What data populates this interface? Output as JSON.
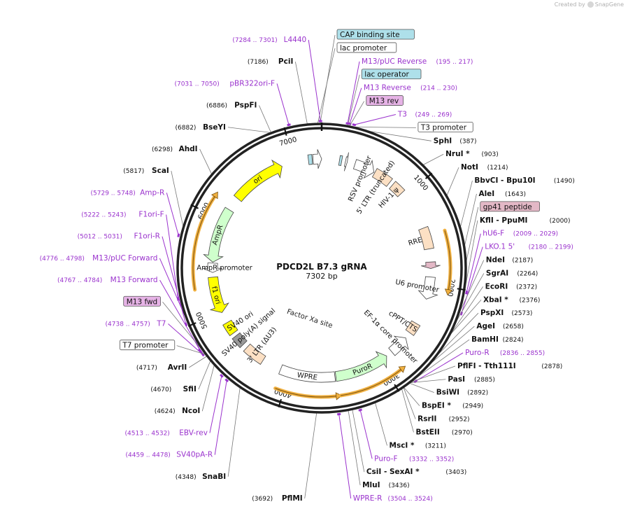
{
  "branding": {
    "created_by": "Created by",
    "brand": "SnapGene"
  },
  "plasmid": {
    "name": "PDCD2L B7.3 gRNA",
    "size_label": "7302 bp",
    "length": 7302
  },
  "colors": {
    "backbone": "#222222",
    "site": "#222222",
    "primer": "#9a32cd",
    "box_blue": "#aee0ea",
    "box_purple": "#e6b3e6",
    "box_pink": "#e3b8c6",
    "feature_peach": "#fce0c4",
    "ori": "#ffff00",
    "ampr": "#cfffcc",
    "puror": "#cfffcc",
    "white": "#ffffff",
    "arc_orange": "#f0b040",
    "tick_line": "#909090"
  },
  "ticks": [
    {
      "bp": 1000,
      "label": "1000"
    },
    {
      "bp": 2000,
      "label": "2000"
    },
    {
      "bp": 3000,
      "label": "3000"
    },
    {
      "bp": 4000,
      "label": "4000"
    },
    {
      "bp": 5000,
      "label": "5000"
    },
    {
      "bp": 6000,
      "label": "6000"
    },
    {
      "bp": 7000,
      "label": "7000"
    }
  ],
  "right_labels": [
    {
      "name": "CAP binding site",
      "pos": "",
      "kind": "box_blue",
      "bp": 7290,
      "ring": 1
    },
    {
      "name": "lac promoter",
      "pos": "",
      "kind": "box_white",
      "bp": 7270,
      "ring": 1
    },
    {
      "name": "M13/pUC Reverse",
      "pos": "(195 .. 217)",
      "kind": "primer",
      "bp": 206,
      "ring": 2
    },
    {
      "name": "lac operator",
      "pos": "",
      "kind": "box_blue",
      "bp": 210,
      "ring": 1
    },
    {
      "name": "M13 Reverse",
      "pos": "(214 .. 230)",
      "kind": "primer",
      "bp": 222,
      "ring": 2
    },
    {
      "name": "M13 rev",
      "pos": "",
      "kind": "box_purple",
      "bp": 225,
      "ring": 1
    },
    {
      "name": "T3",
      "pos": "(249 .. 269)",
      "kind": "primer",
      "bp": 259,
      "ring": 2
    },
    {
      "name": "T3 promoter",
      "pos": "",
      "kind": "box_white",
      "bp": 265,
      "ring": 1
    },
    {
      "name": "SphI",
      "pos": "(387)",
      "kind": "site",
      "bp": 387,
      "ring": 0
    },
    {
      "name": "NruI *",
      "pos": "(903)",
      "kind": "site",
      "bp": 903,
      "ring": 0
    },
    {
      "name": "NotI",
      "pos": "(1214)",
      "kind": "site",
      "bp": 1214,
      "ring": 0
    },
    {
      "name": "BbvCI  - Bpu10I",
      "pos": "(1490)",
      "kind": "site",
      "bp": 1490,
      "ring": 0
    },
    {
      "name": "AleI",
      "pos": "(1643)",
      "kind": "site",
      "bp": 1643,
      "ring": 0
    },
    {
      "name": "gp41 peptide",
      "pos": "",
      "kind": "box_pink",
      "bp": 1770,
      "ring": 1
    },
    {
      "name": "KflI  - PpuMI",
      "pos": "(2000)",
      "kind": "site",
      "bp": 2000,
      "ring": 0
    },
    {
      "name": "hU6-F",
      "pos": "(2009 .. 2029)",
      "kind": "primer",
      "bp": 2019,
      "ring": 2
    },
    {
      "name": "LKO.1 5'",
      "pos": "(2180 .. 2199)",
      "kind": "primer",
      "bp": 2190,
      "ring": 2
    },
    {
      "name": "NdeI",
      "pos": "(2187)",
      "kind": "site",
      "bp": 2187,
      "ring": 0
    },
    {
      "name": "SgrAI",
      "pos": "(2264)",
      "kind": "site",
      "bp": 2264,
      "ring": 0
    },
    {
      "name": "EcoRI",
      "pos": "(2372)",
      "kind": "site",
      "bp": 2372,
      "ring": 0
    },
    {
      "name": "XbaI *",
      "pos": "(2376)",
      "kind": "site",
      "bp": 2376,
      "ring": 0
    },
    {
      "name": "PspXI",
      "pos": "(2573)",
      "kind": "site",
      "bp": 2573,
      "ring": 0
    },
    {
      "name": "AgeI",
      "pos": "(2658)",
      "kind": "site",
      "bp": 2658,
      "ring": 0
    },
    {
      "name": "BamHI",
      "pos": "(2824)",
      "kind": "site",
      "bp": 2824,
      "ring": 0
    },
    {
      "name": "Puro-R",
      "pos": "(2836 .. 2855)",
      "kind": "primer",
      "bp": 2845,
      "ring": 2
    },
    {
      "name": "PflFI  - Tth111I",
      "pos": "(2878)",
      "kind": "site",
      "bp": 2878,
      "ring": 0
    },
    {
      "name": "PasI",
      "pos": "(2885)",
      "kind": "site",
      "bp": 2885,
      "ring": 0
    },
    {
      "name": "BsiWI",
      "pos": "(2892)",
      "kind": "site",
      "bp": 2892,
      "ring": 0
    },
    {
      "name": "BspEI *",
      "pos": "(2949)",
      "kind": "site",
      "bp": 2949,
      "ring": 0
    },
    {
      "name": "RsrII",
      "pos": "(2952)",
      "kind": "site",
      "bp": 2952,
      "ring": 0
    },
    {
      "name": "BstEII",
      "pos": "(2970)",
      "kind": "site",
      "bp": 2970,
      "ring": 0
    },
    {
      "name": "MscI *",
      "pos": "(3211)",
      "kind": "site",
      "bp": 3211,
      "ring": 0
    },
    {
      "name": "Puro-F",
      "pos": "(3332 .. 3352)",
      "kind": "primer",
      "bp": 3342,
      "ring": 2
    },
    {
      "name": "CsiI  - SexAI *",
      "pos": "(3403)",
      "kind": "site",
      "bp": 3403,
      "ring": 0
    },
    {
      "name": "MluI",
      "pos": "(3436)",
      "kind": "site",
      "bp": 3436,
      "ring": 0
    },
    {
      "name": "WPRE-R",
      "pos": "(3504 .. 3524)",
      "kind": "primer",
      "bp": 3514,
      "ring": 2
    }
  ],
  "left_labels": [
    {
      "name": "L4440",
      "pos": "(7284 .. 7301)",
      "kind": "primer",
      "bp": 7292,
      "ring": 2
    },
    {
      "name": "PciI",
      "pos": "(7186)",
      "kind": "site",
      "bp": 7186,
      "ring": 0
    },
    {
      "name": "pBR322ori-F",
      "pos": "(7031 .. 7050)",
      "kind": "primer",
      "bp": 7040,
      "ring": 2
    },
    {
      "name": "PspFI",
      "pos": "(6886)",
      "kind": "site",
      "bp": 6886,
      "ring": 0
    },
    {
      "name": "BseYI",
      "pos": "(6882)",
      "kind": "site",
      "bp": 6882,
      "ring": 0
    },
    {
      "name": "AhdI",
      "pos": "(6298)",
      "kind": "site",
      "bp": 6298,
      "ring": 0
    },
    {
      "name": "ScaI",
      "pos": "(5817)",
      "kind": "site",
      "bp": 5817,
      "ring": 0
    },
    {
      "name": "Amp-R",
      "pos": "(5729 .. 5748)",
      "kind": "primer",
      "bp": 5738,
      "ring": 2
    },
    {
      "name": "F1ori-F",
      "pos": "(5222 .. 5243)",
      "kind": "primer",
      "bp": 5232,
      "ring": 2
    },
    {
      "name": "F1ori-R",
      "pos": "(5012 .. 5031)",
      "kind": "primer",
      "bp": 5021,
      "ring": 2
    },
    {
      "name": "M13/pUC Forward",
      "pos": "(4776 .. 4798)",
      "kind": "primer",
      "bp": 4787,
      "ring": 2
    },
    {
      "name": "M13 Forward",
      "pos": "(4767 .. 4784)",
      "kind": "primer",
      "bp": 4775,
      "ring": 2
    },
    {
      "name": "M13 fwd",
      "pos": "",
      "kind": "box_purple",
      "bp": 4770,
      "ring": 1
    },
    {
      "name": "T7",
      "pos": "(4738 .. 4757)",
      "kind": "primer",
      "bp": 4747,
      "ring": 2
    },
    {
      "name": "T7 promoter",
      "pos": "",
      "kind": "box_white",
      "bp": 4735,
      "ring": 1
    },
    {
      "name": "AvrII",
      "pos": "(4717)",
      "kind": "site",
      "bp": 4717,
      "ring": 0
    },
    {
      "name": "SfiI",
      "pos": "(4670)",
      "kind": "site",
      "bp": 4670,
      "ring": 0
    },
    {
      "name": "NcoI",
      "pos": "(4624)",
      "kind": "site",
      "bp": 4624,
      "ring": 0
    },
    {
      "name": "EBV-rev",
      "pos": "(4513 .. 4532)",
      "kind": "primer",
      "bp": 4522,
      "ring": 2
    },
    {
      "name": "SV40pA-R",
      "pos": "(4459 .. 4478)",
      "kind": "primer",
      "bp": 4468,
      "ring": 2
    },
    {
      "name": "SnaBI",
      "pos": "(4348)",
      "kind": "site",
      "bp": 4348,
      "ring": 0
    },
    {
      "name": "PflMI",
      "pos": "(3692)",
      "kind": "site",
      "bp": 3692,
      "ring": 0
    }
  ],
  "features": [
    {
      "name": "ori",
      "start": 6280,
      "end": 6870,
      "dir": 1,
      "color": "#ffff00",
      "label": "ori",
      "label_mode": "inside"
    },
    {
      "name": "AmpR",
      "start": 5540,
      "end": 6130,
      "dir": -1,
      "color": "#cfffcc",
      "label": "AmpR",
      "label_mode": "inside"
    },
    {
      "name": "AmpR promoter",
      "start": 5430,
      "end": 5530,
      "dir": -1,
      "color": "#ffffff",
      "label": "AmpR promoter",
      "label_mode": "ring"
    },
    {
      "name": "f1 ori",
      "start": 4990,
      "end": 5380,
      "dir": -1,
      "color": "#ffff00",
      "label": "f1 ori",
      "label_mode": "inside"
    },
    {
      "name": "SV40 ori",
      "start": 4740,
      "end": 4870,
      "dir": 0,
      "color": "#ffff00",
      "label": "SV40 ori",
      "label_mode": "ring"
    },
    {
      "name": "SV40 poly(A) signal",
      "start": 4580,
      "end": 4700,
      "dir": 0,
      "color": "#999999",
      "label": "SV40 poly(A) signal",
      "label_mode": "ring"
    },
    {
      "name": "3' LTR (ΔU3)",
      "start": 4310,
      "end": 4530,
      "dir": 0,
      "color": "#fce0c4",
      "label": "3' LTR (ΔU3)",
      "label_mode": "ring"
    },
    {
      "name": "WPRE",
      "start": 3510,
      "end": 4100,
      "dir": 0,
      "color": "#ffffff",
      "label": "WPRE",
      "label_mode": "inside"
    },
    {
      "name": "PuroR",
      "start": 2910,
      "end": 3500,
      "dir": -1,
      "color": "#cfffcc",
      "label": "PuroR",
      "label_mode": "inside"
    },
    {
      "name": "EF-1α core promoter",
      "start": 2630,
      "end": 2840,
      "dir": -1,
      "color": "#ffffff",
      "label": "EF-1α core promoter",
      "label_mode": "ring"
    },
    {
      "name": "cPPT/CTS",
      "start": 2440,
      "end": 2560,
      "dir": 0,
      "color": "#fce0c4",
      "label": "cPPT/CTS",
      "label_mode": "ring"
    },
    {
      "name": "U6 promoter",
      "start": 1920,
      "end": 2160,
      "dir": 1,
      "color": "#ffffff",
      "label": "U6 promoter",
      "label_mode": "ring"
    },
    {
      "name": "gp41 peptide",
      "start": 1760,
      "end": 1830,
      "dir": 1,
      "color": "#e3b8c6",
      "label": "",
      "label_mode": "none"
    },
    {
      "name": "RRE",
      "start": 1390,
      "end": 1620,
      "dir": 0,
      "color": "#fce0c4",
      "label": "RRE",
      "label_mode": "ring"
    },
    {
      "name": "HIV-1 ψ",
      "start": 820,
      "end": 950,
      "dir": 0,
      "color": "#fce0c4",
      "label": "HIV-1 ψ",
      "label_mode": "ring"
    },
    {
      "name": "5' LTR (truncated)",
      "start": 590,
      "end": 780,
      "dir": 0,
      "color": "#fce0c4",
      "label": "5' LTR (truncated)",
      "label_mode": "ring"
    },
    {
      "name": "RSV promoter",
      "start": 360,
      "end": 580,
      "dir": 1,
      "color": "#ffffff",
      "label": "RSV promoter",
      "label_mode": "ring"
    },
    {
      "name": "lac promoter",
      "start": 7210,
      "end": 7302,
      "dir": 1,
      "color": "#ffffff",
      "label": "",
      "label_mode": "none"
    },
    {
      "name": "CAP binding site",
      "start": 7160,
      "end": 7200,
      "dir": 0,
      "color": "#aee0ea",
      "label": "",
      "label_mode": "none"
    },
    {
      "name": "lac operator",
      "start": 190,
      "end": 215,
      "dir": 0,
      "color": "#aee0ea",
      "label": "",
      "label_mode": "none"
    },
    {
      "name": "T3 promoter",
      "start": 255,
      "end": 275,
      "dir": 1,
      "color": "#ffffff",
      "label": "",
      "label_mode": "none"
    }
  ],
  "orange_arcs": [
    {
      "start": 1480,
      "end": 2020,
      "dir": 1
    },
    {
      "start": 3520,
      "end": 4080,
      "dir": -1
    },
    {
      "start": 5280,
      "end": 6160,
      "dir": 1
    },
    {
      "start": 2880,
      "end": 3480,
      "dir": -1
    }
  ],
  "center_labels": {
    "factor_xa": "Factor Xa site"
  }
}
